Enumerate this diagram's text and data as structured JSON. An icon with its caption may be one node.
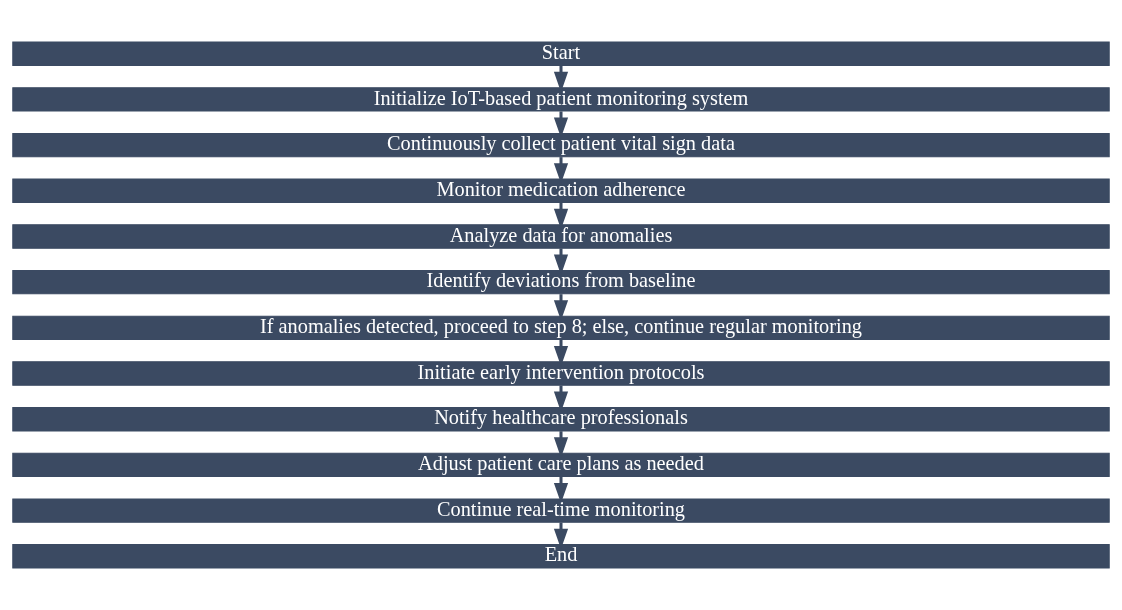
{
  "diagram": {
    "nodes": [
      {
        "text": [
          "Start"
        ]
      },
      {
        "text": [
          "Initialize IoT-based patient monitoring system"
        ]
      },
      {
        "text": [
          "Continuously collect patient vital sign data"
        ]
      },
      {
        "text": [
          "Monitor medication adherence"
        ]
      },
      {
        "text": [
          "Analyze data for anomalies"
        ]
      },
      {
        "text": [
          "Identify deviations from baseline"
        ]
      },
      {
        "text": [
          "If anomalies detected, proceed to step 8; else, continue regular monitoring"
        ]
      },
      {
        "text": [
          "Initiate early intervention protocols"
        ]
      },
      {
        "text": [
          "Notify healthcare professionals"
        ]
      },
      {
        "text": [
          "Adjust patient care plans as needed"
        ]
      },
      {
        "text": [
          "Continue real-time monitoring"
        ]
      },
      {
        "text": [
          "End"
        ]
      }
    ],
    "edges": [
      {
        "from": 0,
        "to": 1,
        "arrow": "to"
      },
      {
        "from": 1,
        "to": 2,
        "arrow": "to"
      },
      {
        "from": 2,
        "to": 3,
        "arrow": "to"
      },
      {
        "from": 3,
        "to": 4,
        "arrow": "to"
      },
      {
        "from": 4,
        "to": 5,
        "arrow": "to"
      },
      {
        "from": 5,
        "to": 6,
        "arrow": "to"
      },
      {
        "from": 6,
        "to": 7,
        "arrow": "to"
      },
      {
        "from": 7,
        "to": 8,
        "arrow": "to"
      },
      {
        "from": 8,
        "to": 9,
        "arrow": "to"
      },
      {
        "from": 9,
        "to": 10,
        "arrow": "to"
      },
      {
        "from": 10,
        "to": 11,
        "arrow": "to"
      }
    ]
  }
}
